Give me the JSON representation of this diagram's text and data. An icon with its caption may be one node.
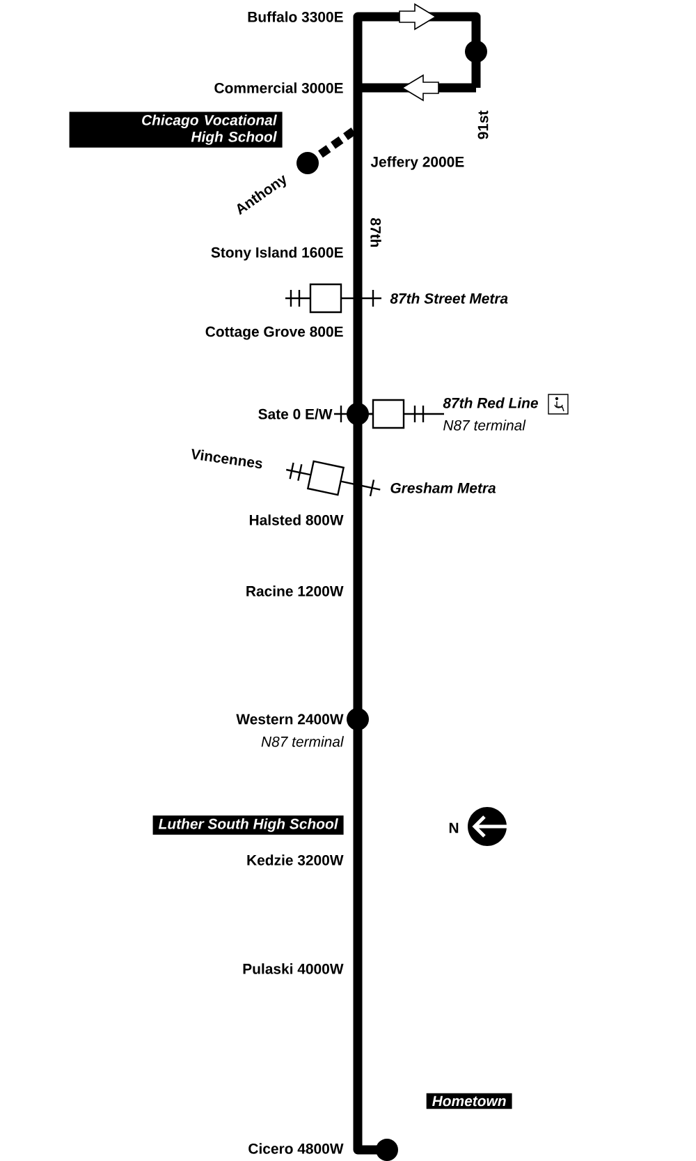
{
  "diagram": {
    "nodes": [
      {
        "text": [
          "Chicago Vocational High School"
        ]
      },
      {
        "text": [
          "Luther South High School"
        ]
      },
      {
        "text": [
          "Hometown"
        ]
      }
    ],
    "labels": [
      "Buffalo 3300E",
      "Commercial 3000E",
      "91st",
      "Jeffery 2000E",
      "Anthony",
      "87th",
      "Stony Island 1600E",
      "87th Street Metra",
      "Cottage Grove 800E",
      "Sate 0 E/W",
      "87th Red Line",
      "N87 terminal",
      "Vincennes",
      "Gresham Metra",
      "Halsted 800W",
      "Racine 1200W",
      "Western 2400W",
      "N87 terminal",
      "N",
      "Kedzie 3200W",
      "Pulaski 4000W",
      "Cicero 4800W"
    ]
  }
}
